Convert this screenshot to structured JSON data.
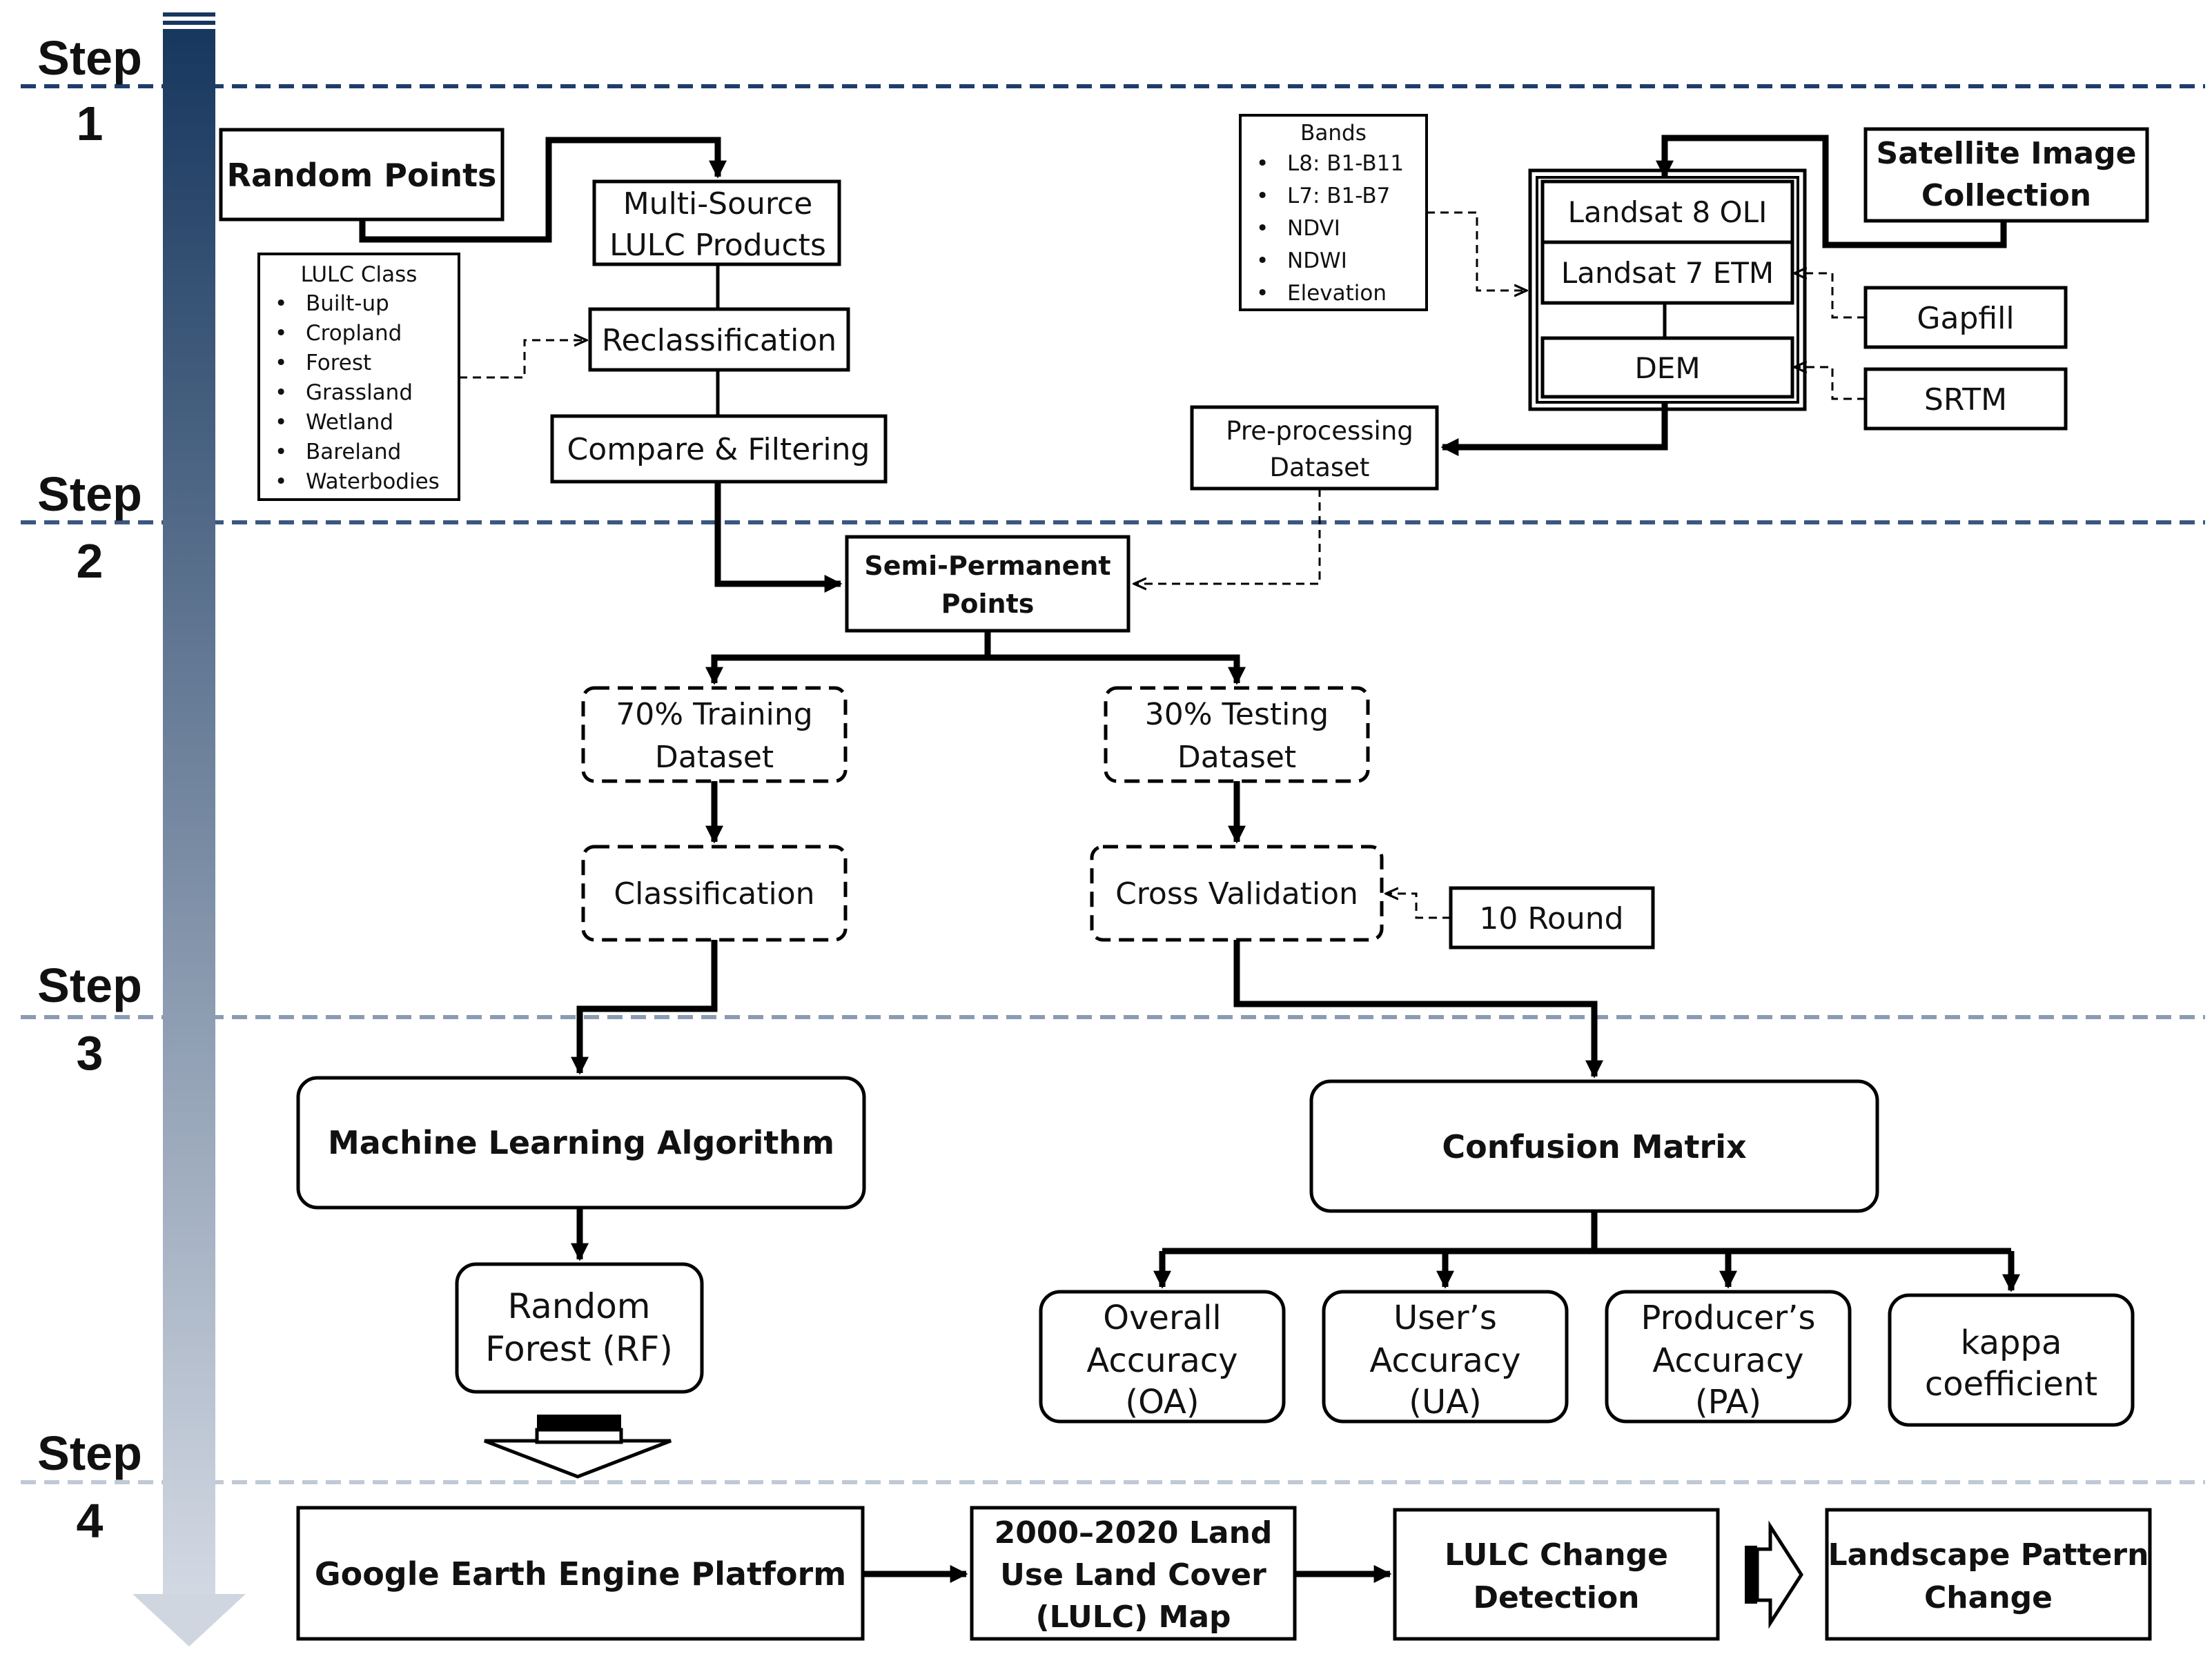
{
  "steps": [
    {
      "word": "Step",
      "number": "1"
    },
    {
      "word": "Step",
      "number": "2"
    },
    {
      "word": "Step",
      "number": "3"
    },
    {
      "word": "Step",
      "number": "4"
    }
  ],
  "step1": {
    "random_points": "Random Points",
    "multi_source": [
      "Multi-Source",
      "LULC Products"
    ],
    "lulc_class": {
      "title": "LULC Class",
      "items": [
        "Built-up",
        "Cropland",
        "Forest",
        "Grassland",
        "Wetland",
        "Bareland",
        "Waterbodies"
      ]
    },
    "reclassification": "Reclassification",
    "compare_filtering": "Compare & Filtering",
    "bands": {
      "title": "Bands",
      "items": [
        "L8: B1-B11",
        "L7: B1-B7",
        "NDVI",
        "NDWI",
        "Elevation"
      ]
    },
    "landsat8": "Landsat 8 OLI",
    "landsat7": "Landsat 7 ETM",
    "dem": "DEM",
    "satellite": [
      "Satellite Image",
      "Collection"
    ],
    "gapfill": "Gapfill",
    "srtm": "SRTM",
    "preprocessing": [
      "Pre-processing",
      "Dataset"
    ]
  },
  "step2": {
    "semi_permanent": [
      "Semi-Permanent",
      "Points"
    ],
    "training": [
      "70% Training",
      "Dataset"
    ],
    "testing": [
      "30% Testing",
      "Dataset"
    ],
    "classification": "Classification",
    "cross_validation": "Cross Validation",
    "ten_round": "10 Round"
  },
  "step3": {
    "ml_algorithm": "Machine Learning Algorithm",
    "random_forest": [
      "Random",
      "Forest (RF)"
    ],
    "confusion_matrix": "Confusion Matrix",
    "overall": [
      "Overall",
      "Accuracy",
      "(OA)"
    ],
    "users": [
      "User’s",
      "Accuracy",
      "(UA)"
    ],
    "producers": [
      "Producer’s",
      "Accuracy",
      "(PA)"
    ],
    "kappa": [
      "kappa",
      "coefficient"
    ]
  },
  "step4": {
    "gee": "Google Earth Engine Platform",
    "lulc_map": [
      "2000–2020 Land",
      "Use Land Cover",
      "(LULC) Map"
    ],
    "change_detection": [
      "LULC Change",
      "Detection"
    ],
    "landscape": [
      "Landscape Pattern",
      "Change"
    ]
  },
  "colors": {
    "arrow_top": "#17375e",
    "arrow_bottom": "#d4dae4",
    "divider_top": "#2a4a78",
    "divider_bottom": "#c4ccd8",
    "stroke": "#000000"
  }
}
